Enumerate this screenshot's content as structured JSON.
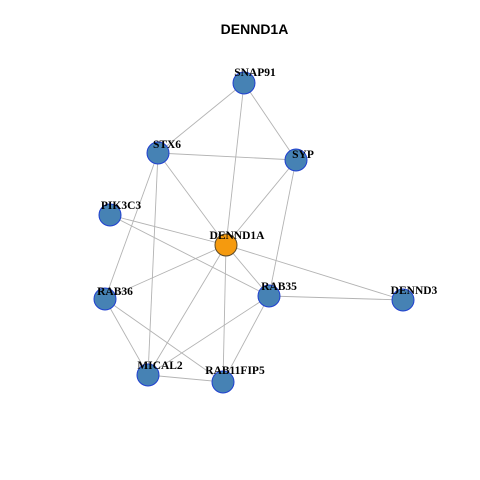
{
  "title": "DENND1A",
  "colors": {
    "center_fill": "#f59a0e",
    "center_stroke": "#5c4a2a",
    "node_fill": "#4682b4",
    "node_stroke": "#1f3fd0",
    "edge": "#b3b3b3"
  },
  "nodes": [
    {
      "id": "SNAP91",
      "label": "SNAP91",
      "center": false
    },
    {
      "id": "STX6",
      "label": "STX6",
      "center": false
    },
    {
      "id": "SYP",
      "label": "SYP",
      "center": false
    },
    {
      "id": "PIK3C3",
      "label": "PIK3C3",
      "center": false
    },
    {
      "id": "DENND1A",
      "label": "DENND1A",
      "center": true
    },
    {
      "id": "RAB36",
      "label": "RAB36",
      "center": false
    },
    {
      "id": "RAB35",
      "label": "RAB35",
      "center": false
    },
    {
      "id": "DENND3",
      "label": "DENND3",
      "center": false
    },
    {
      "id": "MICAL2",
      "label": "MICAL2",
      "center": false
    },
    {
      "id": "RAB11FIP5",
      "label": "RAB11FIP5",
      "center": false
    }
  ],
  "edges": [
    [
      "SNAP91",
      "STX6"
    ],
    [
      "SNAP91",
      "SYP"
    ],
    [
      "SNAP91",
      "DENND1A"
    ],
    [
      "STX6",
      "SYP"
    ],
    [
      "STX6",
      "DENND1A"
    ],
    [
      "STX6",
      "RAB36"
    ],
    [
      "STX6",
      "MICAL2"
    ],
    [
      "SYP",
      "DENND1A"
    ],
    [
      "SYP",
      "RAB35"
    ],
    [
      "PIK3C3",
      "DENND1A"
    ],
    [
      "PIK3C3",
      "RAB35"
    ],
    [
      "DENND1A",
      "RAB36"
    ],
    [
      "DENND1A",
      "RAB35"
    ],
    [
      "DENND1A",
      "DENND3"
    ],
    [
      "DENND1A",
      "MICAL2"
    ],
    [
      "DENND1A",
      "RAB11FIP5"
    ],
    [
      "RAB36",
      "MICAL2"
    ],
    [
      "RAB36",
      "RAB11FIP5"
    ],
    [
      "RAB35",
      "DENND3"
    ],
    [
      "RAB35",
      "MICAL2"
    ],
    [
      "RAB35",
      "RAB11FIP5"
    ],
    [
      "MICAL2",
      "RAB11FIP5"
    ]
  ]
}
